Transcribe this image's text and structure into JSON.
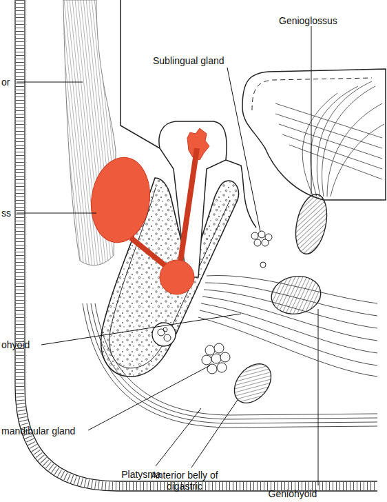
{
  "diagram": {
    "labels": [
      "Genioglossus",
      "Sublingual gland",
      "or",
      "ss",
      "ohyoid",
      "mandibular gland",
      "Platysma",
      "Anterior belly of digastric",
      "Geniohyoid"
    ]
  }
}
